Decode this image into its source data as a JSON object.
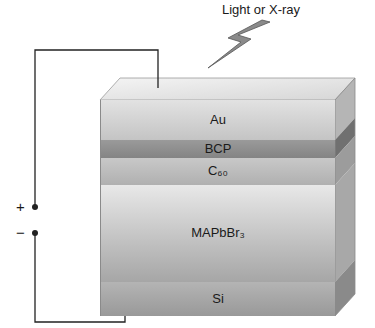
{
  "diagram": {
    "nodes": [
      {
        "text": [
          "Au"
        ]
      },
      {
        "text": [
          "BCP"
        ]
      },
      {
        "text": [
          "C₆₀"
        ]
      },
      {
        "text": [
          "MAPbBr₃"
        ]
      },
      {
        "text": [
          "Si"
        ]
      }
    ],
    "labels": [
      "Light or X-ray",
      "+",
      "−"
    ]
  }
}
